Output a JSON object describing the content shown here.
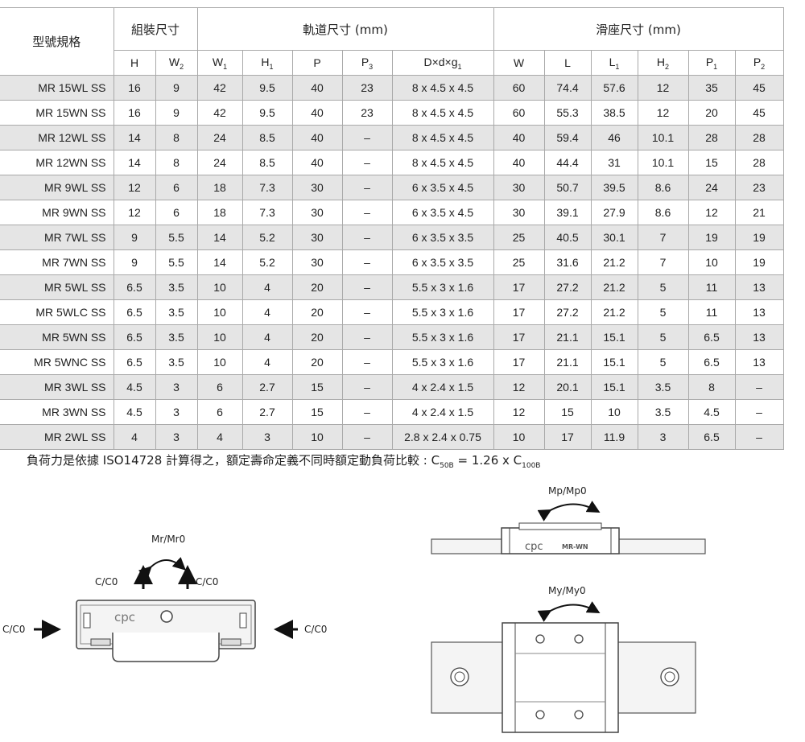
{
  "table": {
    "header_model": "型號規格",
    "group_assembly": "組裝尺寸",
    "group_rail": "軌道尺寸 (mm)",
    "group_block": "滑座尺寸 (mm)",
    "columns": [
      {
        "main": "H",
        "sub": ""
      },
      {
        "main": "W",
        "sub": "2"
      },
      {
        "main": "W",
        "sub": "1"
      },
      {
        "main": "H",
        "sub": "1"
      },
      {
        "main": "P",
        "sub": ""
      },
      {
        "main": "P",
        "sub": "3"
      },
      {
        "main": "D×d×g",
        "sub": "1"
      },
      {
        "main": "W",
        "sub": ""
      },
      {
        "main": "L",
        "sub": ""
      },
      {
        "main": "L",
        "sub": "1"
      },
      {
        "main": "H",
        "sub": "2"
      },
      {
        "main": "P",
        "sub": "1"
      },
      {
        "main": "P",
        "sub": "2"
      }
    ],
    "rows": [
      [
        "MR 15WL SS",
        "16",
        "9",
        "42",
        "9.5",
        "40",
        "23",
        "8 x 4.5 x 4.5",
        "60",
        "74.4",
        "57.6",
        "12",
        "35",
        "45"
      ],
      [
        "MR 15WN SS",
        "16",
        "9",
        "42",
        "9.5",
        "40",
        "23",
        "8 x 4.5 x 4.5",
        "60",
        "55.3",
        "38.5",
        "12",
        "20",
        "45"
      ],
      [
        "MR 12WL SS",
        "14",
        "8",
        "24",
        "8.5",
        "40",
        "–",
        "8 x 4.5 x 4.5",
        "40",
        "59.4",
        "46",
        "10.1",
        "28",
        "28"
      ],
      [
        "MR 12WN SS",
        "14",
        "8",
        "24",
        "8.5",
        "40",
        "–",
        "8 x 4.5 x 4.5",
        "40",
        "44.4",
        "31",
        "10.1",
        "15",
        "28"
      ],
      [
        "MR 9WL SS",
        "12",
        "6",
        "18",
        "7.3",
        "30",
        "–",
        "6 x 3.5 x 4.5",
        "30",
        "50.7",
        "39.5",
        "8.6",
        "24",
        "23"
      ],
      [
        "MR 9WN SS",
        "12",
        "6",
        "18",
        "7.3",
        "30",
        "–",
        "6 x 3.5 x 4.5",
        "30",
        "39.1",
        "27.9",
        "8.6",
        "12",
        "21"
      ],
      [
        "MR 7WL SS",
        "9",
        "5.5",
        "14",
        "5.2",
        "30",
        "–",
        "6 x 3.5 x 3.5",
        "25",
        "40.5",
        "30.1",
        "7",
        "19",
        "19"
      ],
      [
        "MR 7WN SS",
        "9",
        "5.5",
        "14",
        "5.2",
        "30",
        "–",
        "6 x 3.5 x 3.5",
        "25",
        "31.6",
        "21.2",
        "7",
        "10",
        "19"
      ],
      [
        "MR 5WL SS",
        "6.5",
        "3.5",
        "10",
        "4",
        "20",
        "–",
        "5.5 x 3 x 1.6",
        "17",
        "27.2",
        "21.2",
        "5",
        "11",
        "13"
      ],
      [
        "MR 5WLC SS",
        "6.5",
        "3.5",
        "10",
        "4",
        "20",
        "–",
        "5.5 x 3 x 1.6",
        "17",
        "27.2",
        "21.2",
        "5",
        "11",
        "13"
      ],
      [
        "MR 5WN SS",
        "6.5",
        "3.5",
        "10",
        "4",
        "20",
        "–",
        "5.5 x 3 x 1.6",
        "17",
        "21.1",
        "15.1",
        "5",
        "6.5",
        "13"
      ],
      [
        "MR 5WNC SS",
        "6.5",
        "3.5",
        "10",
        "4",
        "20",
        "–",
        "5.5 x 3 x 1.6",
        "17",
        "21.1",
        "15.1",
        "5",
        "6.5",
        "13"
      ],
      [
        "MR 3WL SS",
        "4.5",
        "3",
        "6",
        "2.7",
        "15",
        "–",
        "4 x 2.4 x 1.5",
        "12",
        "20.1",
        "15.1",
        "3.5",
        "8",
        "–"
      ],
      [
        "MR 3WN SS",
        "4.5",
        "3",
        "6",
        "2.7",
        "15",
        "–",
        "4 x 2.4 x 1.5",
        "12",
        "15",
        "10",
        "3.5",
        "4.5",
        "–"
      ],
      [
        "MR 2WL SS",
        "4",
        "3",
        "4",
        "3",
        "10",
        "–",
        "2.8 x 2.4 x 0.75",
        "10",
        "17",
        "11.9",
        "3",
        "6.5",
        "–"
      ]
    ]
  },
  "note": {
    "text": "負荷力是依據 ISO14728 計算得之，額定壽命定義不同時額定動負荷比較 : ",
    "c": "C",
    "sub1": "50B",
    "eq": " = 1.26 x C",
    "sub2": "100B"
  },
  "diagram": {
    "mr_label": "Mr/Mr0",
    "c_label": "C/C0",
    "mp_label": "Mp/Mp0",
    "my_label": "My/My0",
    "brand": "cpc",
    "model_mark": "MR-WN"
  }
}
